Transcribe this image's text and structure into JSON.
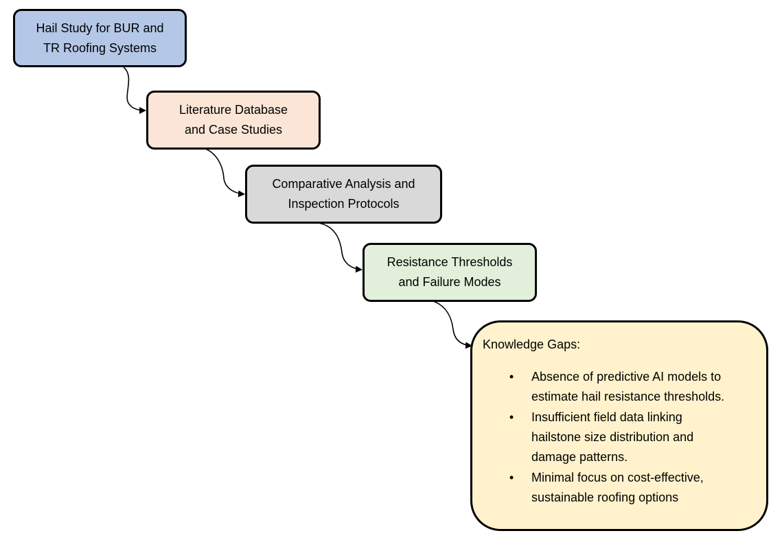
{
  "colors": {
    "node1": "#b4c7e7",
    "node2": "#fbe5d6",
    "node3": "#d9d9d9",
    "node4": "#e2efda",
    "gaps": "#fff2cc",
    "stroke": "#000000"
  },
  "nodes": [
    {
      "lines": [
        "Hail Study for BUR and",
        "TR Roofing Systems"
      ]
    },
    {
      "lines": [
        "Literature Database",
        "and Case Studies"
      ]
    },
    {
      "lines": [
        "Comparative Analysis and",
        "Inspection Protocols"
      ]
    },
    {
      "lines": [
        "Resistance Thresholds",
        "and Failure Modes"
      ]
    }
  ],
  "knowledge_gaps": {
    "title": "Knowledge Gaps:",
    "bullet": "•",
    "items": [
      {
        "lines": [
          "Absence of predictive AI models to",
          "estimate hail resistance thresholds."
        ]
      },
      {
        "lines": [
          "Insufficient field data linking",
          "hailstone size distribution and",
          "damage patterns."
        ]
      },
      {
        "lines": [
          "Minimal focus on cost-effective,",
          "sustainable roofing options"
        ]
      }
    ]
  }
}
